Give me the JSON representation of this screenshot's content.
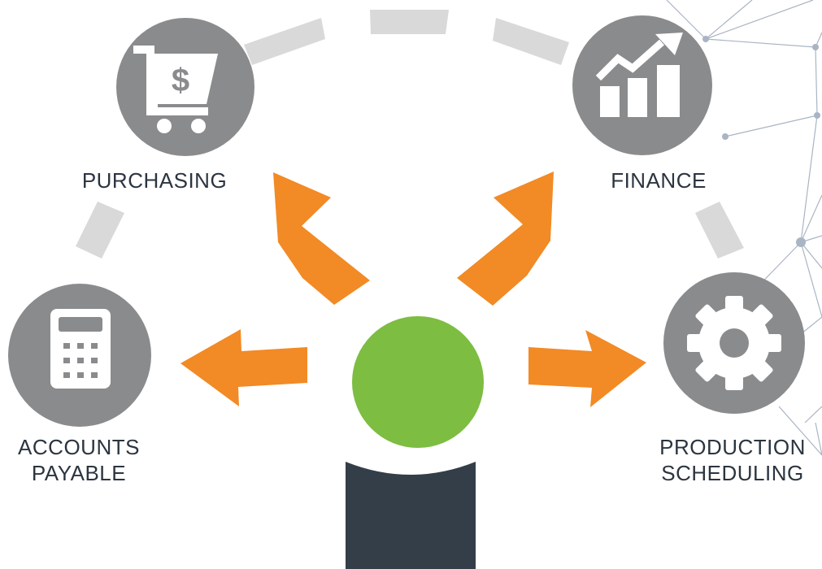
{
  "nodes": {
    "purchasing": {
      "label": "PURCHASING",
      "icon": "shopping-cart-dollar-icon"
    },
    "finance": {
      "label": "FINANCE",
      "icon": "chart-growth-icon"
    },
    "accounts_payable": {
      "label_line1": "ACCOUNTS",
      "label_line2": "PAYABLE",
      "icon": "calculator-icon"
    },
    "production_scheduling": {
      "label_line1": "PRODUCTION",
      "label_line2": "SCHEDULING",
      "icon": "gear-icon"
    }
  },
  "hub": {
    "icon": "user-avatar-icon"
  },
  "colors": {
    "node_circle": "#8a8b8d",
    "arrow": "#f28a25",
    "hub_head": "#7dbd42",
    "hub_body": "#343e48",
    "ring": "#d9d9d9",
    "network_lines": "#a9b5c4",
    "label_text": "#2b3540"
  }
}
